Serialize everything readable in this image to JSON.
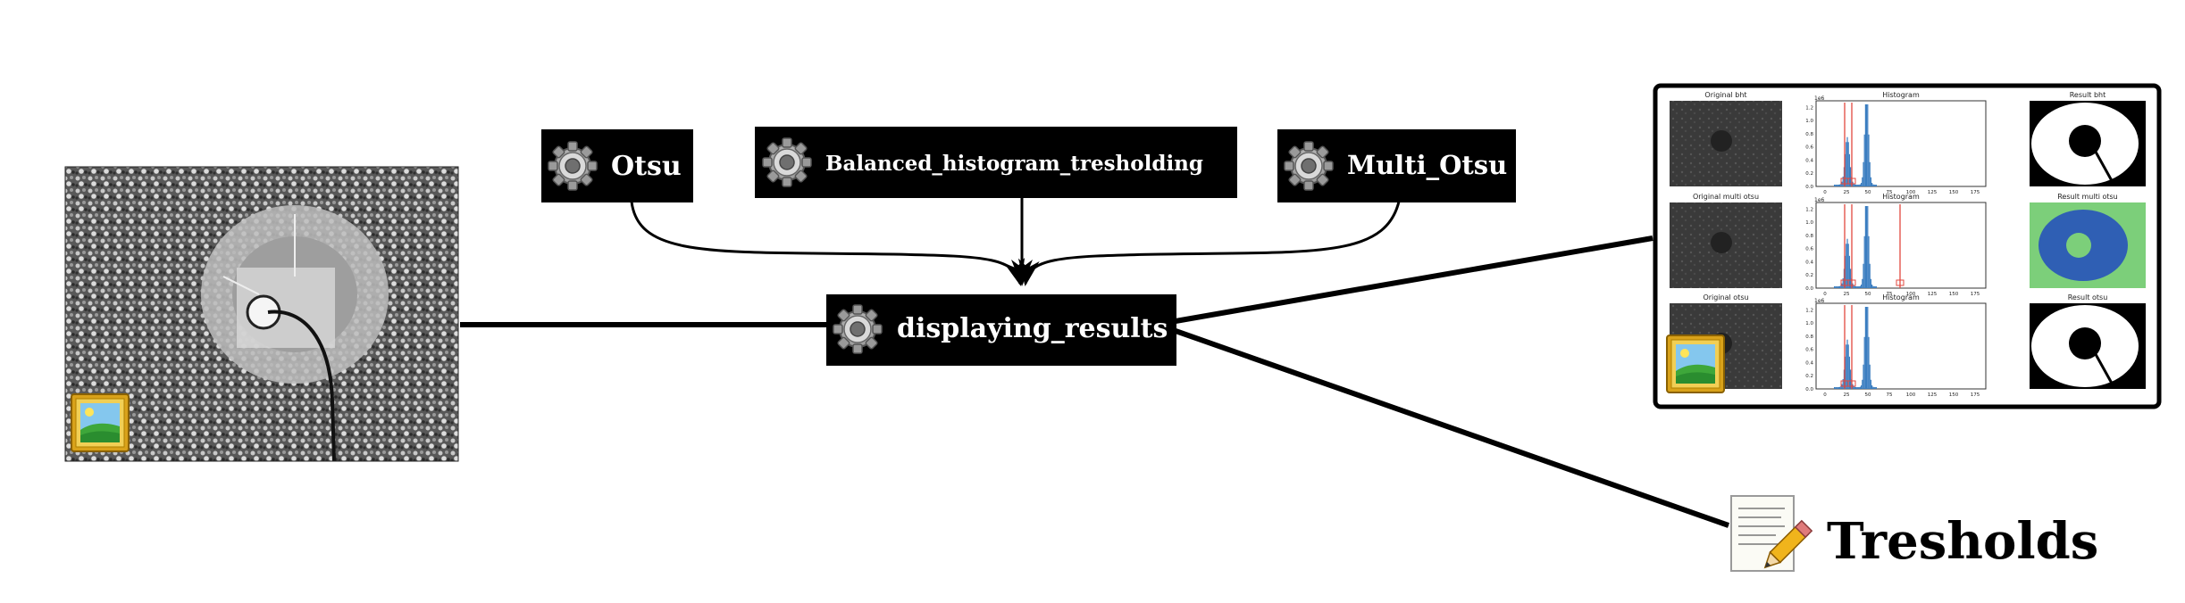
{
  "diagram": {
    "nodes": {
      "otsu": "Otsu",
      "balanced": "Balanced_histogram_tresholding",
      "multi_otsu": "Multi_Otsu",
      "displaying": "displaying_results"
    },
    "outputs": {
      "tresholds": "Tresholds"
    },
    "result_panel": {
      "titles": [
        "Original bht",
        "Histogram",
        "Result bht",
        "Original multi otsu",
        "Histogram",
        "Result multi otsu",
        "Original otsu",
        "Histogram",
        "Result otsu"
      ],
      "x_ticks": [
        "0",
        "25",
        "50",
        "75",
        "100",
        "125",
        "150",
        "175"
      ],
      "y_ticks": [
        "0.0",
        "0.2",
        "0.4",
        "0.6",
        "0.8",
        "1.0",
        "1.2"
      ],
      "y_scale": "1e6"
    },
    "icons": {
      "process": "gear-icon",
      "image": "framed-picture-icon",
      "text_output": "notepad-pencil-icon"
    },
    "colors": {
      "node_bg": "#000000",
      "node_text": "#ffffff",
      "histogram_bar": "#3a7dc0",
      "threshold_line": "#e2483f",
      "result_green": "#7ccf7a",
      "result_blue": "#2f5fb4"
    }
  }
}
